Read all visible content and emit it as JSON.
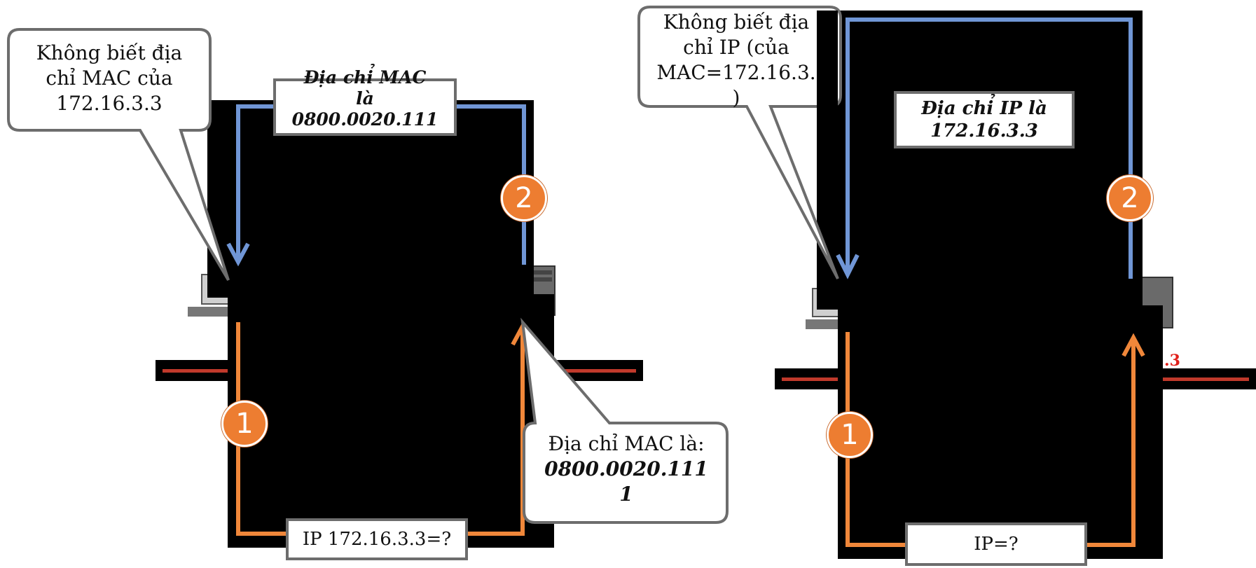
{
  "left": {
    "callout_top": "Không biết địa chỉ MAC của 172.16.3.3",
    "reply_box": [
      "Địa chỉ MAC",
      "là",
      "0800.0020.111"
    ],
    "request_box": "IP 172.16.3.3=?",
    "callout_bottom_line1": "Địa chỉ MAC là:",
    "callout_bottom_line2": "0800.0020.111",
    "callout_bottom_line3": "1",
    "step1": "1",
    "step2": "2"
  },
  "right": {
    "callout_top": [
      "Không biết địa",
      "chỉ IP (của",
      "MAC=172.16.3.",
      ")"
    ],
    "reply_box": [
      "Địa chỉ IP là",
      "172.16.3.3"
    ],
    "request_box": "IP=?",
    "red_fragment": ".3",
    "step1": "1",
    "step2": "2"
  },
  "colors": {
    "blue_arrow": "#7096d6",
    "orange_arrow": "#f0873a",
    "step_circle": "#ed7d31",
    "network_line": "#c0392b",
    "box_border": "#6d6d6d"
  },
  "icons": [
    "laptop-icon",
    "desktop-tower-icon"
  ]
}
